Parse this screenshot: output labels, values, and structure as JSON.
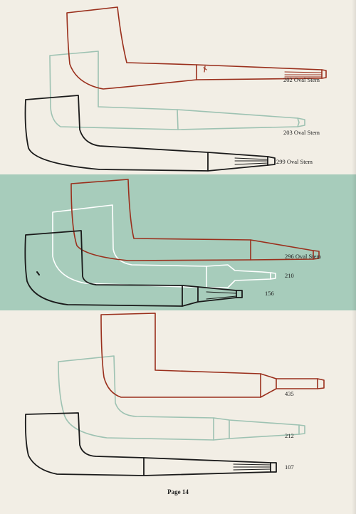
{
  "page": {
    "footer_label": "Page 14",
    "colors": {
      "paper": "#f2eee5",
      "band": "#a7ccbb",
      "red_outline": "#9a2f1c",
      "green_outline": "#9dc2b2",
      "black_outline": "#1a1a1a",
      "white_outline": "#ffffff"
    }
  },
  "pipes": [
    {
      "model": "202",
      "stem": "Oval Stem",
      "color": "red"
    },
    {
      "model": "203",
      "stem": "Oval Stem",
      "color": "green"
    },
    {
      "model": "299",
      "stem": "Oval Stem",
      "color": "black"
    },
    {
      "model": "296",
      "stem": "Oval Stem",
      "color": "red"
    },
    {
      "model": "210",
      "stem": "",
      "color": "white"
    },
    {
      "model": "156",
      "stem": "",
      "color": "black"
    },
    {
      "model": "435",
      "stem": "",
      "color": "red"
    },
    {
      "model": "212",
      "stem": "",
      "color": "green"
    },
    {
      "model": "107",
      "stem": "",
      "color": "black"
    }
  ]
}
